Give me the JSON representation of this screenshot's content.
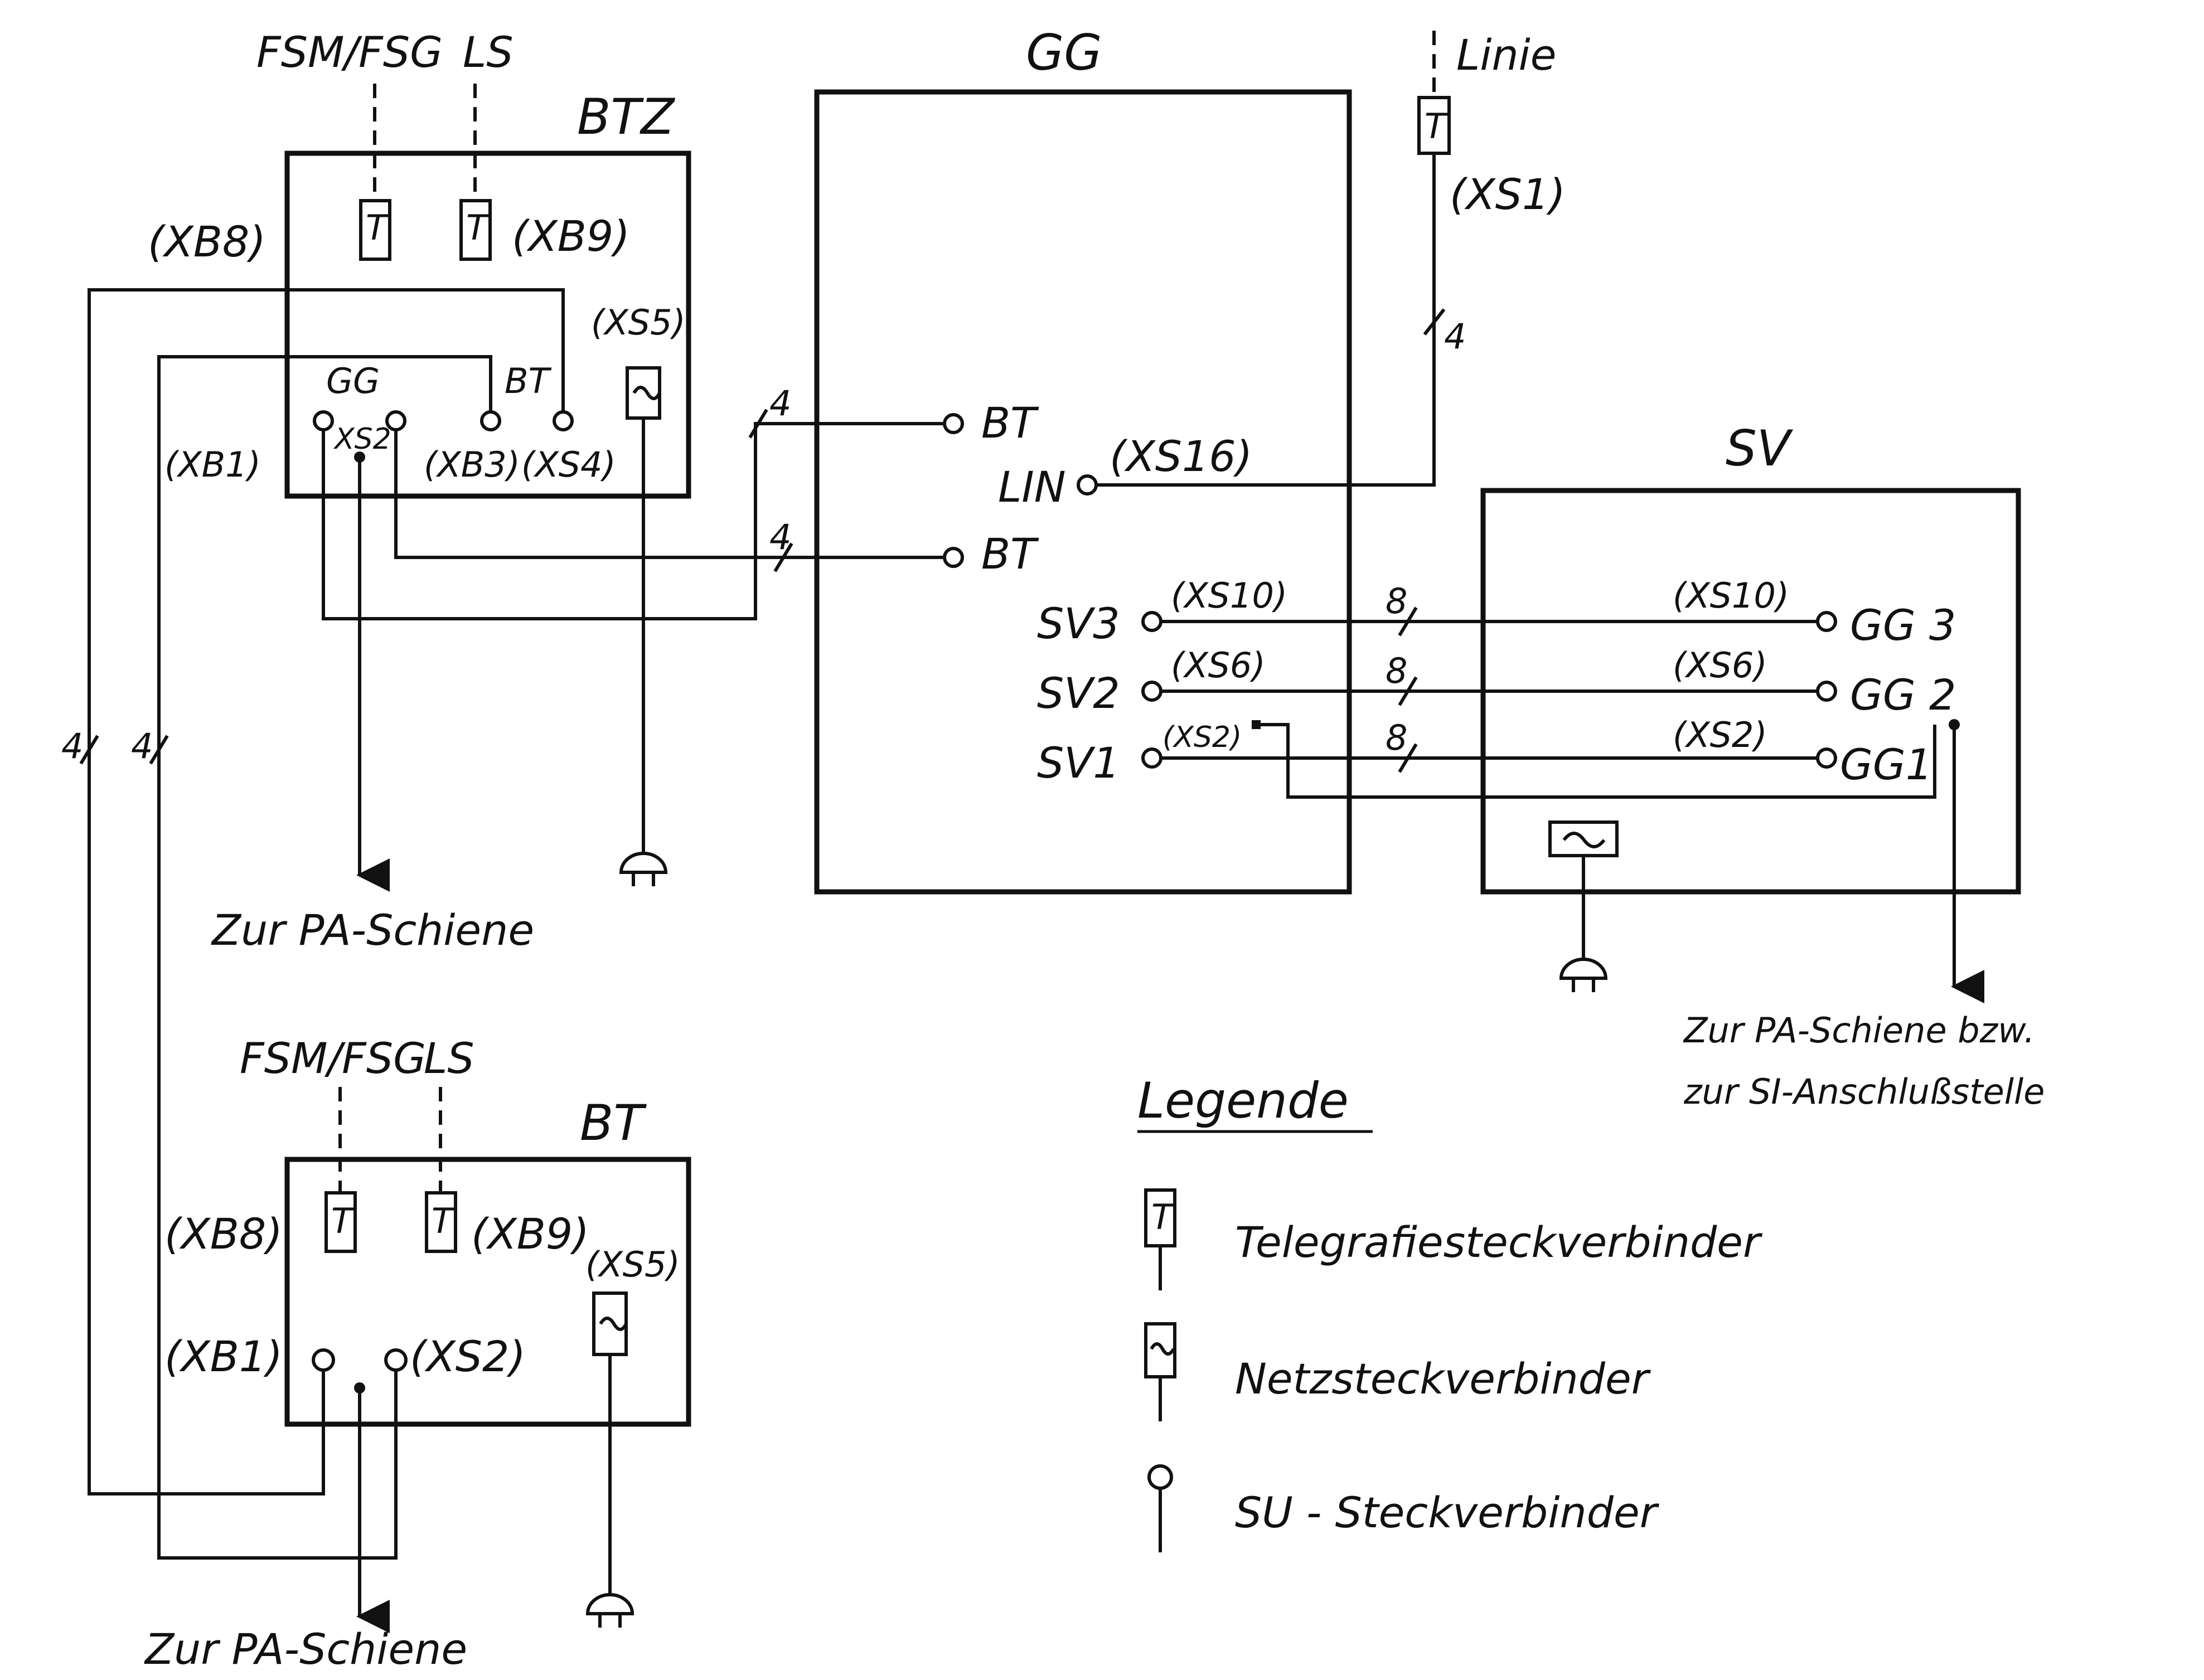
{
  "blocks": {
    "btz": {
      "title": "BTZ"
    },
    "gg": {
      "title": "GG"
    },
    "sv": {
      "title": "SV"
    },
    "bt": {
      "title": "BT"
    }
  },
  "labels": {
    "btz_fsm_fsg": "FSM/FSG",
    "btz_ls": "LS",
    "btz_xb8": "(XB8)",
    "btz_xb9": "(XB9)",
    "btz_xs5": "(XS5)",
    "btz_gg": "GG",
    "btz_bt": "BT",
    "btz_xb1": "(XB1)",
    "btz_xs2": "XS2",
    "btz_xb3": "(XB3)",
    "btz_xs4": "(XS4)",
    "btz_pa": "Zur PA-Schiene",
    "gg_bt_top": "BT",
    "gg_lin": "LIN",
    "gg_xs16": "(XS16)",
    "gg_bt_bottom": "BT",
    "gg_sv3": "SV3",
    "gg_sv2": "SV2",
    "gg_sv1": "SV1",
    "gg_xs10": "(XS10)",
    "gg_xs6": "(XS6)",
    "gg_xs2": "(XS2)",
    "linie": "Linie",
    "linie_xs1": "(XS1)",
    "sv_xs10": "(XS10)",
    "sv_xs6": "(XS6)",
    "sv_xs2": "(XS2)",
    "sv_gg3": "GG 3",
    "sv_gg2": "GG 2",
    "sv_gg1": "GG1",
    "sv_pa_line1": "Zur PA-Schiene bzw.",
    "sv_pa_line2": "zur SI-Anschlußstelle",
    "bt_fsm_fsg": "FSM/FSG",
    "bt_ls": "LS",
    "bt_xb8": "(XB8)",
    "bt_xb9": "(XB9)",
    "bt_xs5": "(XS5)",
    "bt_xb1": "(XB1)",
    "bt_xs2": "(XS2)",
    "bt_pa": "Zur PA-Schiene"
  },
  "wire_counts": {
    "btz_gg_top": "4",
    "btz_gg_bottom": "4",
    "linie": "4",
    "sv3": "8",
    "sv2": "8",
    "sv1": "8",
    "left_outer": "4",
    "left_inner": "4"
  },
  "symbols": {
    "telegraph_letter": "T"
  },
  "legend": {
    "title": "Legende",
    "items": [
      {
        "icon": "telegraph-connector-icon",
        "label": "Telegrafiesteckverbinder"
      },
      {
        "icon": "mains-connector-icon",
        "label": "Netzsteckverbinder"
      },
      {
        "icon": "su-connector-icon",
        "label": "SU - Steckverbinder"
      }
    ]
  }
}
